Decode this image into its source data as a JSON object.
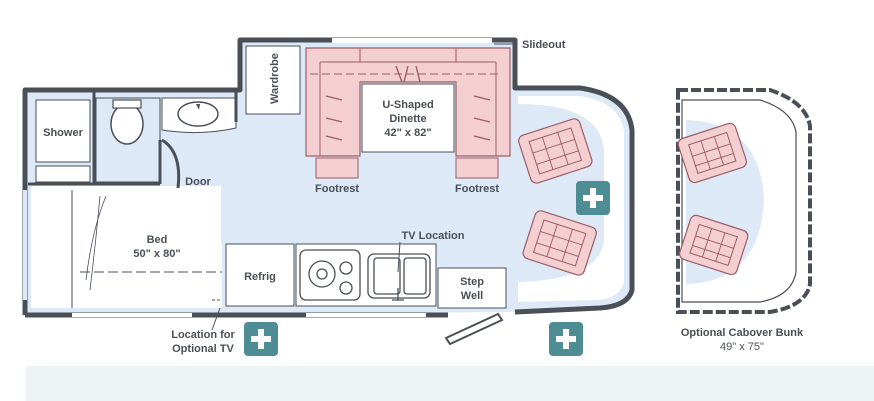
{
  "labels": {
    "slideout": "Slideout",
    "wardrobe": "Wardrobe",
    "dinette_title": "U-Shaped",
    "dinette_title2": "Dinette",
    "dinette_size": "42\" x 82\"",
    "shower": "Shower",
    "door": "Door",
    "footrest_left": "Footrest",
    "footrest_right": "Footrest",
    "bed": "Bed",
    "bed_size": "50\" x 80\"",
    "tv_location": "TV Location",
    "refrig": "Refrig",
    "step": "Step",
    "well": "Well",
    "location_for": "Location for",
    "optional_tv": "Optional TV",
    "cabover": "Optional Cabover Bunk",
    "cabover_size": "49\" x 75\""
  },
  "colors": {
    "wall": "#4a4f57",
    "floor": "#dde9f7",
    "upholstery": "#f3cfd1",
    "upholstery_edge": "#9a5c64",
    "badge": "#4f8d95",
    "badge_plus": "#ffffff",
    "counter": "#ffffff",
    "band": "#eef4f3"
  },
  "icons": {
    "plus_badge": "plus-icon"
  }
}
